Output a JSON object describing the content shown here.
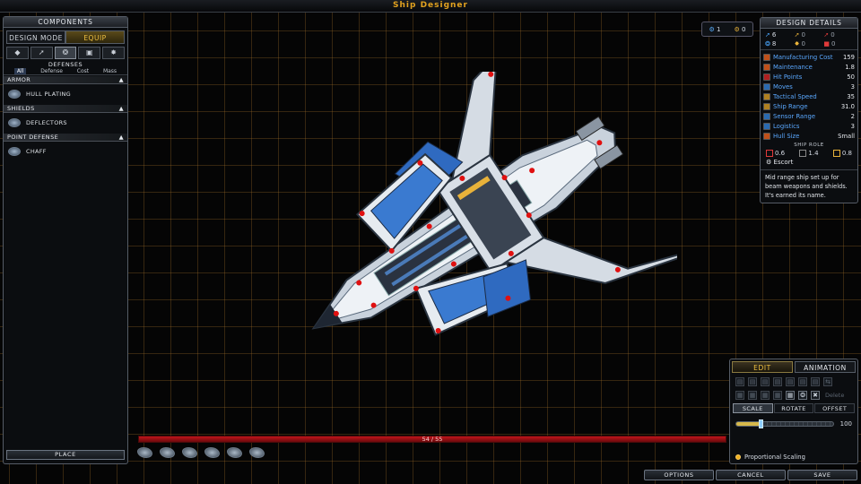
{
  "title": "Ship Designer",
  "left_panel": {
    "title": "Components",
    "mode_tabs": [
      "Design Mode",
      "Equip"
    ],
    "category_icons": [
      "hull-icon",
      "weapon-icon",
      "defense-icon",
      "engine-icon",
      "support-icon"
    ],
    "subcategory": "Defenses",
    "filters": [
      "All",
      "Defense",
      "Cost",
      "Mass"
    ],
    "sections": [
      {
        "header": "Armor",
        "items": [
          "Hull Plating"
        ]
      },
      {
        "header": "Shields",
        "items": [
          "Deflectors"
        ]
      },
      {
        "header": "Point Defense",
        "items": [
          "Chaff"
        ]
      }
    ],
    "place_label": "Place"
  },
  "capacity": {
    "label": "54 / 55",
    "used": 54,
    "max": 55
  },
  "badge": {
    "blue": "1",
    "gold": "0"
  },
  "details": {
    "title": "Design Details",
    "stats": [
      {
        "icon": "beam-icon",
        "value": "6",
        "color": "#4aa8ff"
      },
      {
        "icon": "kinetic-icon",
        "value": "0",
        "color": "#e8b23a"
      },
      {
        "icon": "missile-icon",
        "value": "0",
        "color": "#e03a3a"
      },
      {
        "icon": "shield-icon",
        "value": "8",
        "color": "#4aa8ff"
      },
      {
        "icon": "armor-icon",
        "value": "0",
        "color": "#e8b23a"
      },
      {
        "icon": "point-defense-icon",
        "value": "0",
        "color": "#e03a3a"
      }
    ],
    "attributes": [
      {
        "label": "Manufacturing Cost",
        "value": "159",
        "color": "#e06a2a"
      },
      {
        "label": "Maintenance",
        "value": "1.8",
        "color": "#e06a2a"
      },
      {
        "label": "Hit Points",
        "value": "50",
        "color": "#e03a3a"
      },
      {
        "label": "Moves",
        "value": "3",
        "color": "#4aa8ff"
      },
      {
        "label": "Tactical Speed",
        "value": "35",
        "color": "#e8b23a"
      },
      {
        "label": "Ship Range",
        "value": "31.0",
        "color": "#e8b23a"
      },
      {
        "label": "Sensor Range",
        "value": "2",
        "color": "#4aa8ff"
      },
      {
        "label": "Logistics",
        "value": "3",
        "color": "#4aa8ff"
      },
      {
        "label": "Hull Size",
        "value": "Small",
        "color": "#e06a2a"
      }
    ],
    "ship_role_title": "Ship Role",
    "role_values": [
      "0.6",
      "1.4",
      "0.8"
    ],
    "role": "Escort",
    "description": "Mid range ship set up for beam weapons and shields. It's earned its name."
  },
  "edit_panel": {
    "tabs": [
      "Edit",
      "Animation"
    ],
    "delete_label": "Delete",
    "sub_tabs": [
      "Scale",
      "Rotate",
      "Offset"
    ],
    "scale_value": "100",
    "scale_fraction": 0.25,
    "proportional_label": "Proportional Scaling"
  },
  "bottom_buttons": [
    "Options",
    "Cancel",
    "Save"
  ]
}
